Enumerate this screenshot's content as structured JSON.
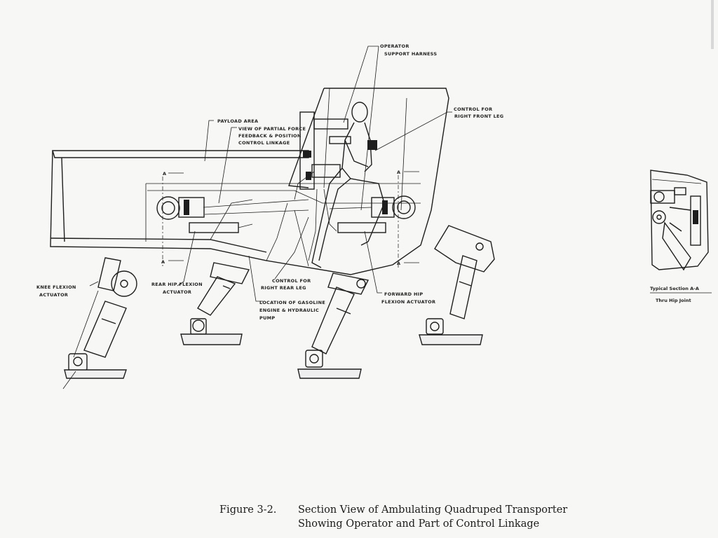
{
  "labels": {
    "operator_harness_1": "Operator",
    "operator_harness_2": "Support Harness",
    "control_front_1": "Control for",
    "control_front_2": "Right Front Leg",
    "payload": "Payload Area",
    "partial_force_1": "View of Partial Force",
    "partial_force_2": "Feedback & Position",
    "partial_force_3": "Control Linkage",
    "knee_1": "Knee Flexion",
    "knee_2": "Actuator",
    "rear_hip_1": "Rear Hip Flexion",
    "rear_hip_2": "Actuator",
    "control_rear_1": "Control for",
    "control_rear_2": "Right Rear Leg",
    "engine_1": "Location of Gasoline",
    "engine_2": "Engine & Hydraulic",
    "engine_3": "Pump",
    "fwd_hip_1": "Forward Hip",
    "fwd_hip_2": "Flexion Actuator",
    "section_mark": "A",
    "section_1": "Typical Section A-A",
    "section_2": "Thru Hip Joint"
  },
  "caption": {
    "number": "Figure 3-2.",
    "line1": "Section View of Ambulating Quadruped Transporter",
    "line2": "Showing Operator and Part of Control Linkage"
  }
}
